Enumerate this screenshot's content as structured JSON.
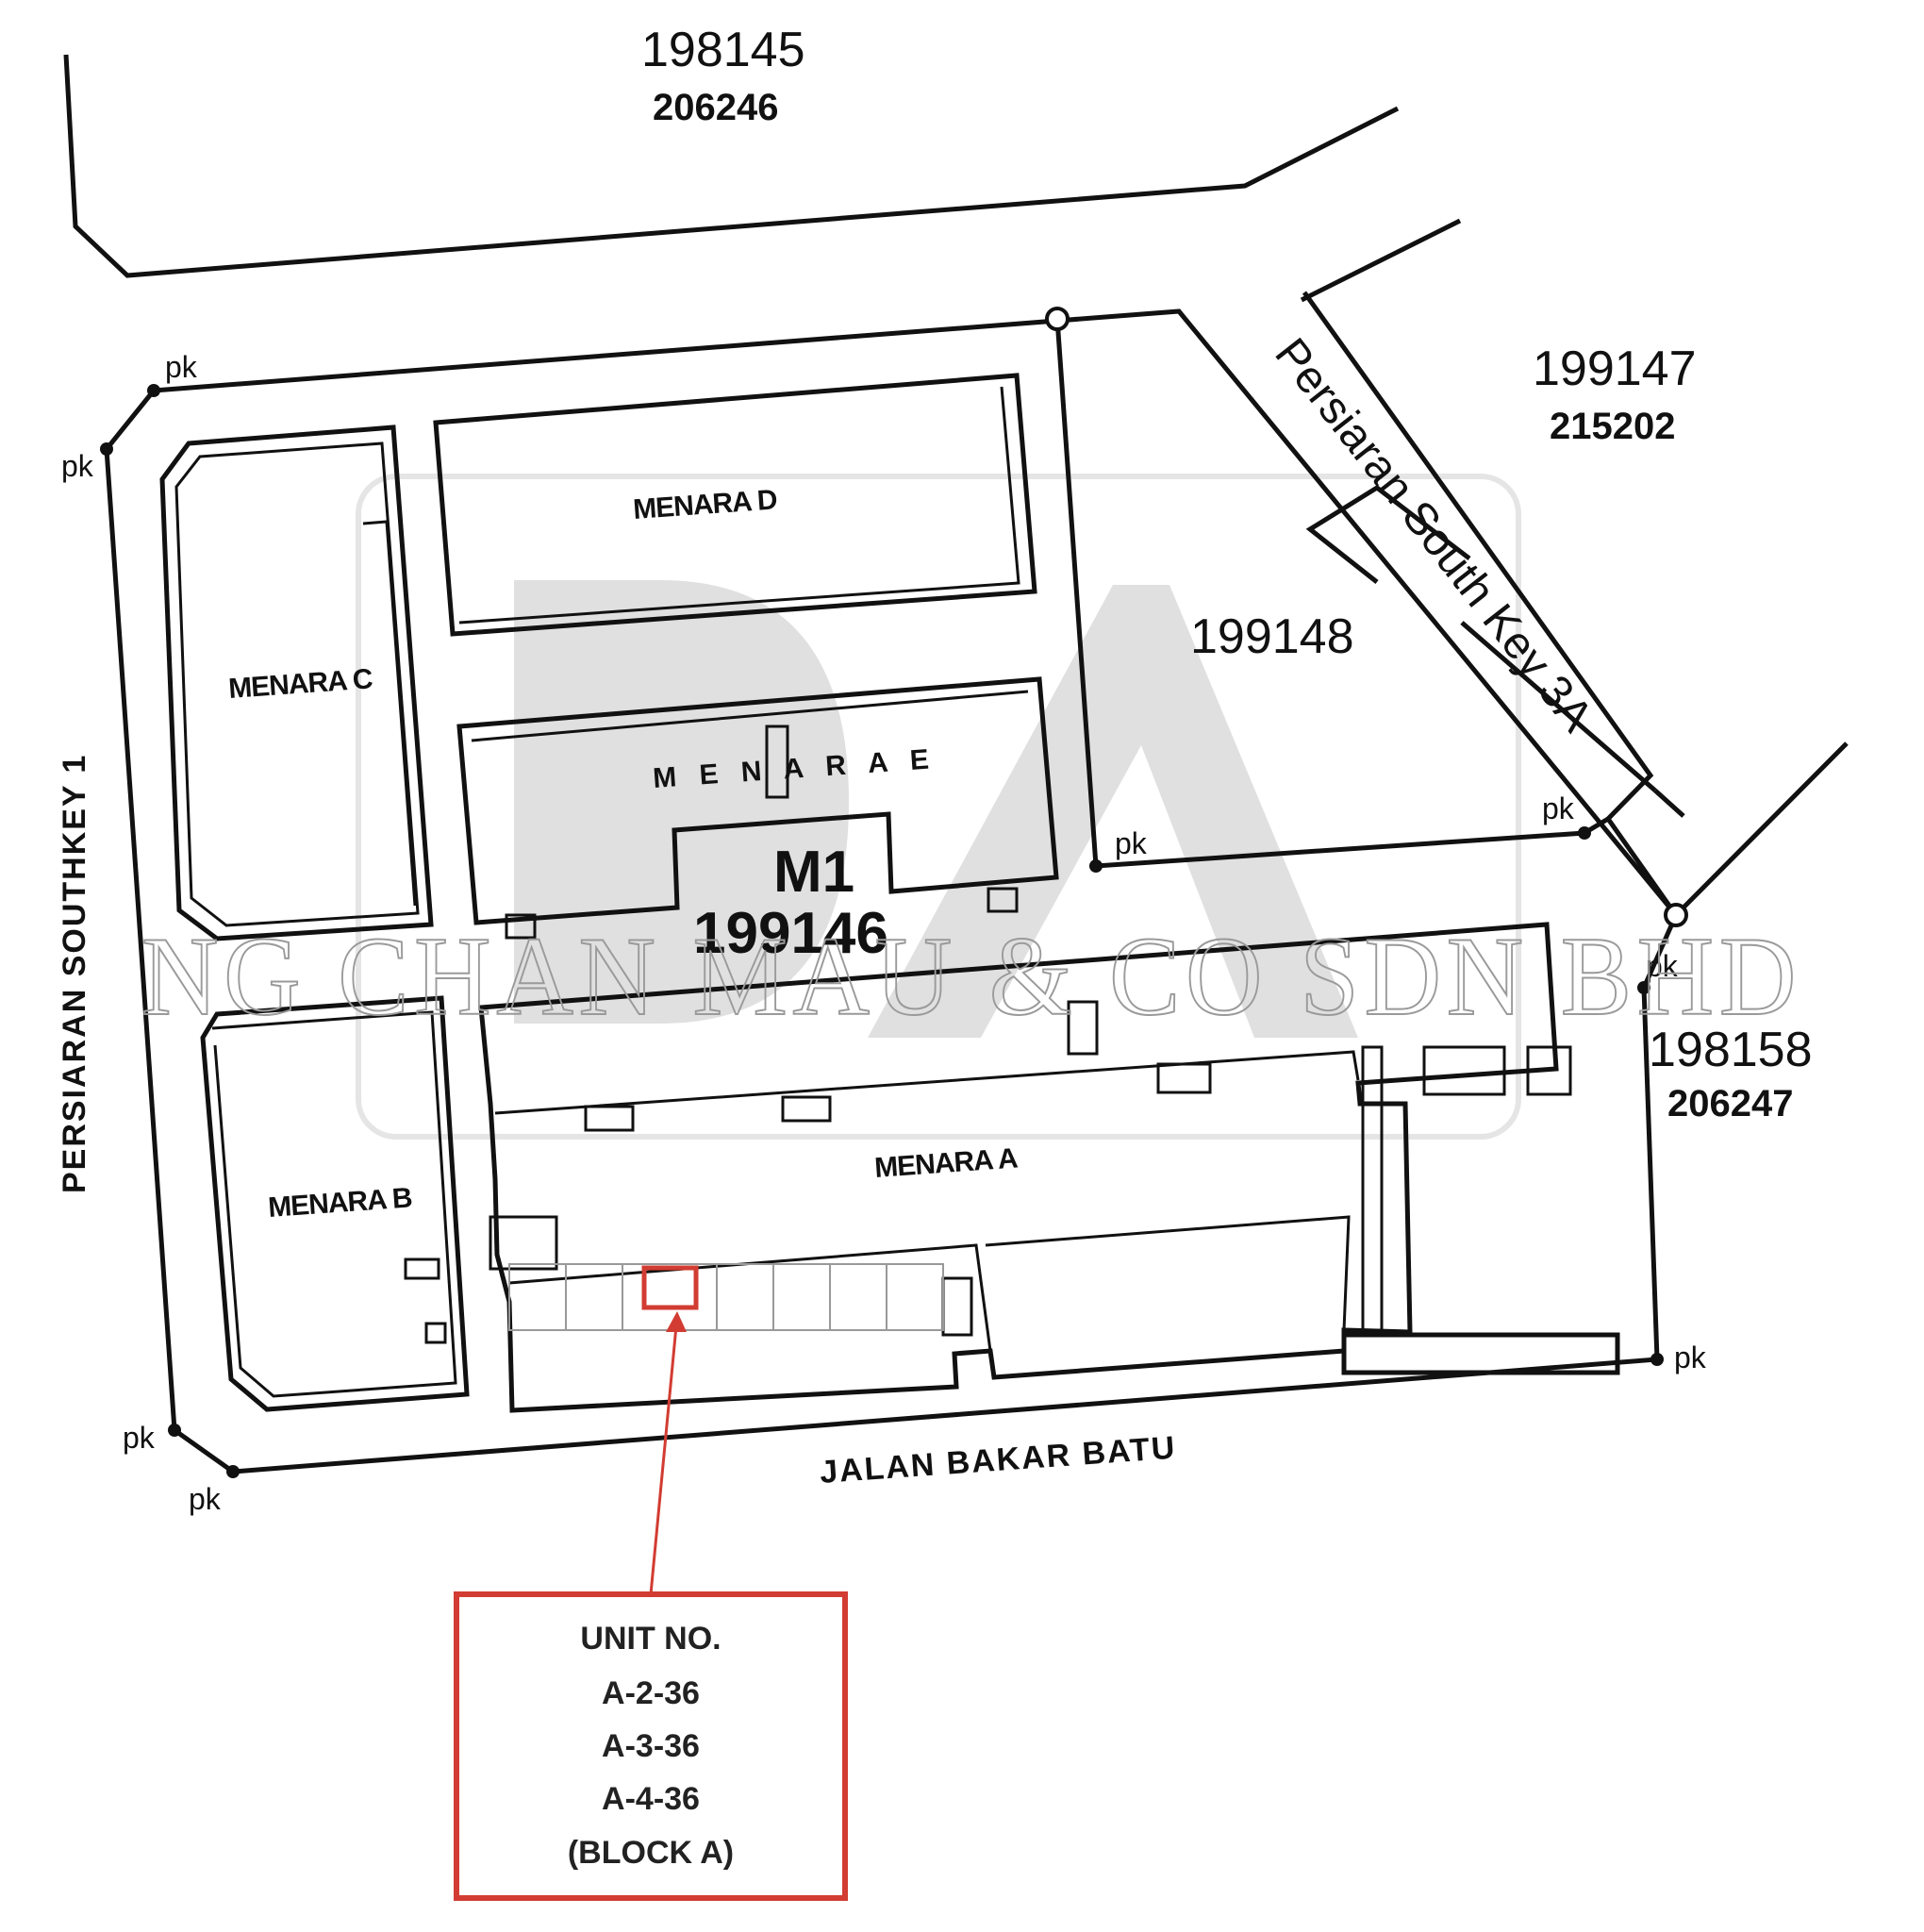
{
  "lots": {
    "north_top": "198145",
    "north_bottom": "206246",
    "ne_top": "199147",
    "ne_bottom": "215202",
    "east_mid": "199148",
    "se_top": "198158",
    "se_bottom": "206247",
    "main_prefix": "M1",
    "main": "199146"
  },
  "roads": {
    "west": "PERSIARAN SOUTHKEY 1",
    "south": "JALAN BAKAR BATU",
    "northeast": "Persiaran South Key 3A"
  },
  "towers": {
    "a": "MENARA A",
    "b": "MENARA B",
    "c": "MENARA C",
    "d": "MENARA D",
    "e": "M E N A R A E"
  },
  "markers": {
    "pk": "pk"
  },
  "watermark": "NG CHAN MAU & CO SDN BHD",
  "callout": {
    "title": "UNIT NO.",
    "units": [
      "A-2-36",
      "A-3-36",
      "A-4-36"
    ],
    "block": "(BLOCK A)"
  },
  "colors": {
    "highlight": "#d23c32",
    "watermark": "#c8c8c8"
  }
}
